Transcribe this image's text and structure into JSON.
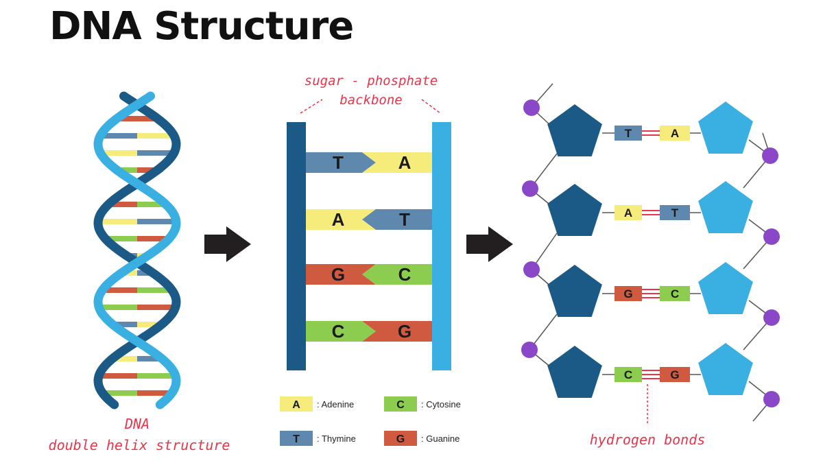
{
  "title": "DNA Structure",
  "colors": {
    "adenine": "#f5ec7c",
    "thymine": "#5f88ae",
    "guanine": "#cf5a3f",
    "cytosine": "#8ccc4f",
    "strand_dark": "#1b5a86",
    "strand_light": "#3ab0e2",
    "phosphate": "#8a48c9",
    "arrow": "#231f20",
    "label_red": "#e8354a"
  },
  "helix": {
    "label_line1": "DNA",
    "label_line2": "double helix structure"
  },
  "ladder": {
    "backbone_label_line1": "sugar - phosphate",
    "backbone_label_line2": "backbone",
    "pairs": [
      {
        "left": "T",
        "right": "A"
      },
      {
        "left": "A",
        "right": "T"
      },
      {
        "left": "G",
        "right": "C"
      },
      {
        "left": "C",
        "right": "G"
      }
    ]
  },
  "legend": [
    {
      "letter": "A",
      "name": ": Adenine"
    },
    {
      "letter": "C",
      "name": ": Cytosine"
    },
    {
      "letter": "T",
      "name": ": Thymine"
    },
    {
      "letter": "G",
      "name": ": Guanine"
    }
  ],
  "molecule": {
    "hydrogen_bonds_label": "hydrogen bonds",
    "pairs": [
      {
        "left": "T",
        "right": "A"
      },
      {
        "left": "A",
        "right": "T"
      },
      {
        "left": "G",
        "right": "C"
      },
      {
        "left": "C",
        "right": "G"
      }
    ]
  }
}
